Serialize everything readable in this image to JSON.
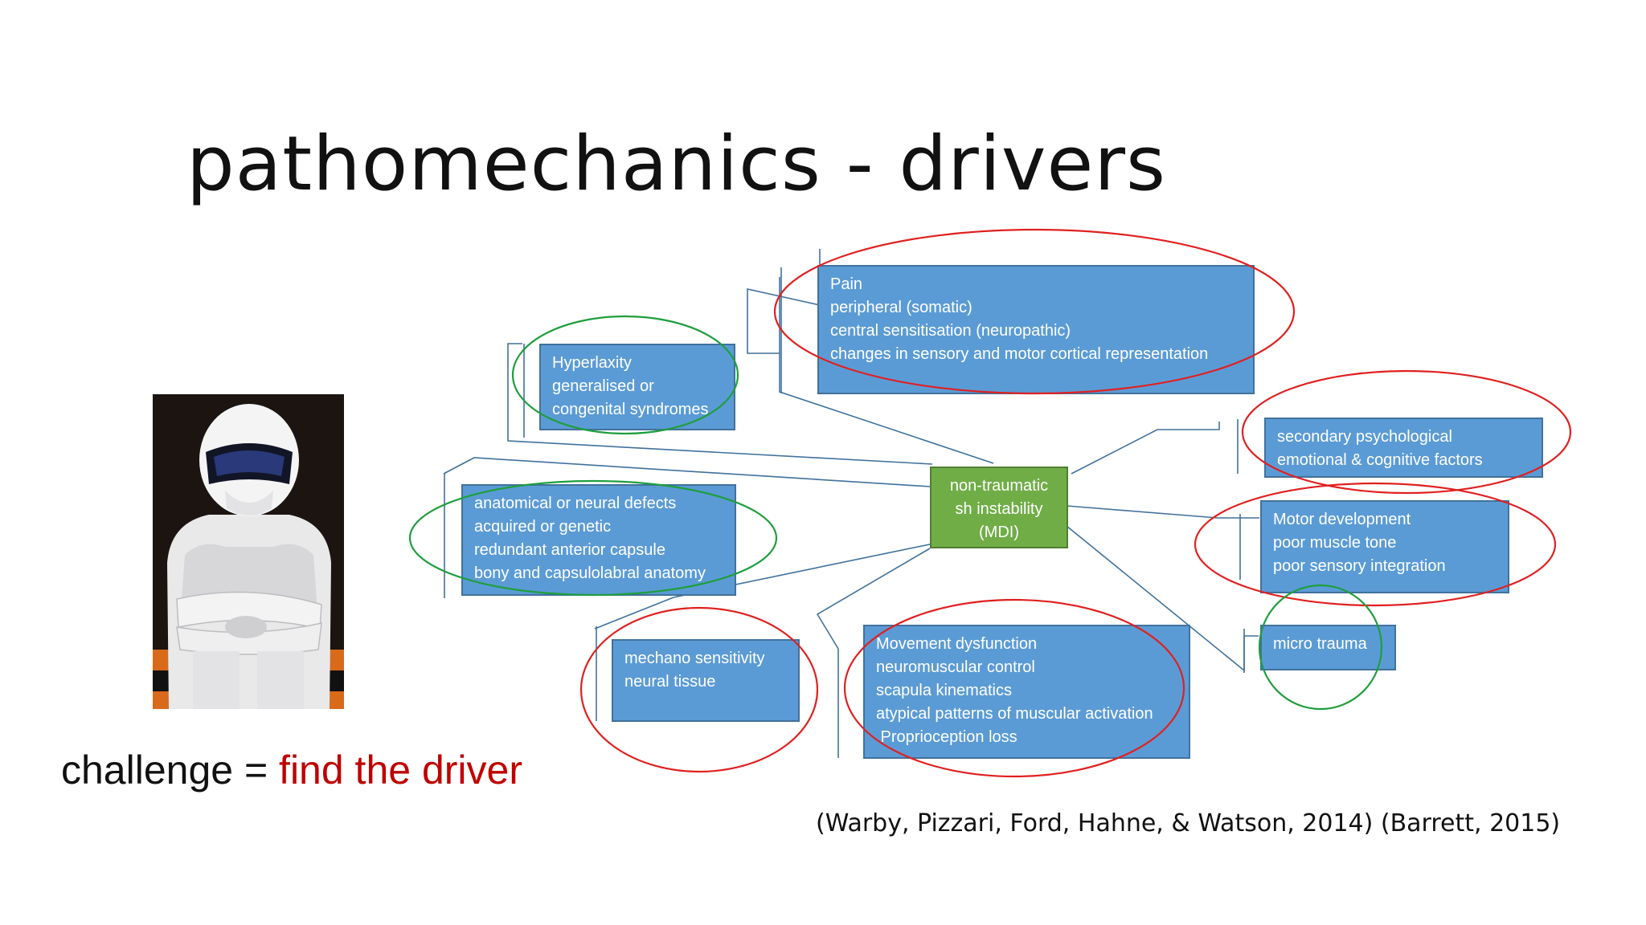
{
  "slide": {
    "title": "pathomechanics - drivers",
    "challenge_prefix": "challenge = ",
    "challenge_highlight": "find the driver",
    "citation": "(Warby, Pizzari, Ford, Hahne, & Watson, 2014) (Barrett, 2015)"
  },
  "diagram": {
    "center": {
      "lines": [
        "non-traumatic",
        "sh instability",
        "(MDI)"
      ]
    },
    "nodes": {
      "pain": {
        "lines": [
          "Pain",
          "peripheral (somatic)",
          "central sensitisation (neuropathic)",
          "changes in sensory and motor cortical representation"
        ]
      },
      "hyperlaxity": {
        "lines": [
          "Hyperlaxity",
          "generalised or",
          "congenital syndromes"
        ]
      },
      "secondary": {
        "lines": [
          "secondary psychological",
          "emotional & cognitive factors"
        ]
      },
      "anatomical": {
        "lines": [
          "anatomical or neural defects",
          "acquired or genetic",
          "redundant anterior capsule",
          "bony and capsulolabral anatomy"
        ]
      },
      "motor": {
        "lines": [
          "Motor development",
          "poor muscle tone",
          "poor sensory integration"
        ]
      },
      "mechano": {
        "lines": [
          "mechano sensitivity",
          "neural tissue"
        ]
      },
      "movement": {
        "lines": [
          "Movement dysfunction",
          "neuromuscular control",
          "scapula kinematics",
          "atypical patterns of muscular activation",
          " Proprioception loss"
        ]
      },
      "microtrauma": {
        "lines": [
          "micro trauma"
        ]
      }
    }
  },
  "colors": {
    "box_fill": "#5b9bd5",
    "box_border": "#41719c",
    "center_fill": "#70ad47",
    "connector": "#41719c",
    "circle_red": "#e02020",
    "circle_green": "#1f9e3e",
    "highlight_text": "#c00000"
  },
  "annotations": {
    "red_circles": [
      "pain",
      "secondary",
      "motor",
      "mechano",
      "movement"
    ],
    "green_circles": [
      "hyperlaxity",
      "anatomical",
      "microtrauma"
    ]
  }
}
